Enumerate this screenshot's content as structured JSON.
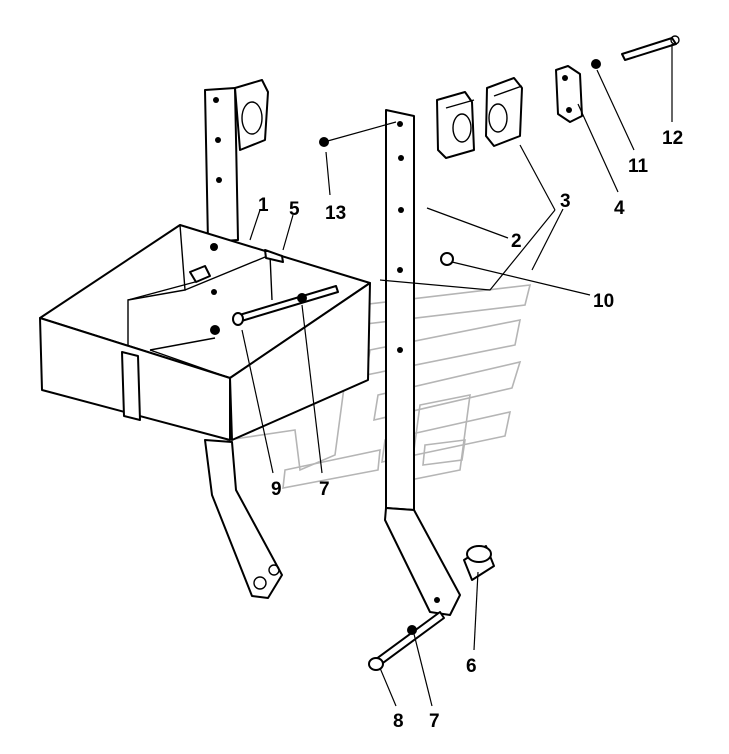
{
  "callouts": [
    {
      "id": "1",
      "label": "1"
    },
    {
      "id": "5",
      "label": "5"
    },
    {
      "id": "2",
      "label": "2"
    },
    {
      "id": "3",
      "label": "3"
    },
    {
      "id": "4",
      "label": "4"
    },
    {
      "id": "11",
      "label": "11"
    },
    {
      "id": "12",
      "label": "12"
    },
    {
      "id": "13",
      "label": "13"
    },
    {
      "id": "10",
      "label": "10"
    },
    {
      "id": "9",
      "label": "9"
    },
    {
      "id": "7a",
      "label": "7"
    },
    {
      "id": "6",
      "label": "6"
    },
    {
      "id": "8",
      "label": "8"
    },
    {
      "id": "7b",
      "label": "7"
    }
  ]
}
